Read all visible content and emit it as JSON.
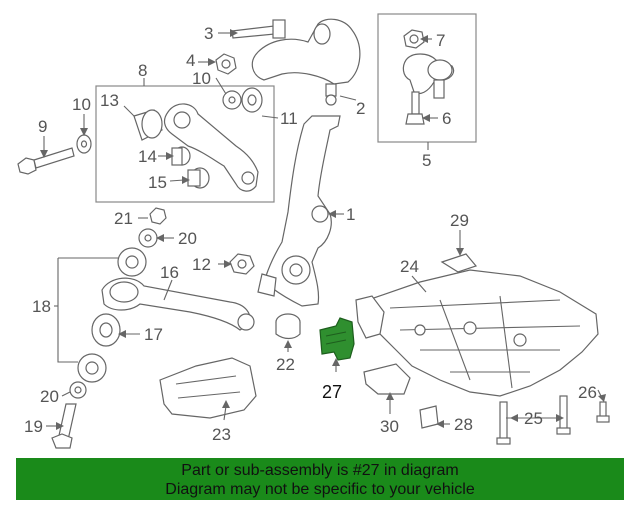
{
  "callouts": {
    "c1": "1",
    "c2": "2",
    "c3": "3",
    "c4": "4",
    "c5": "5",
    "c6": "6",
    "c7": "7",
    "c8": "8",
    "c9": "9",
    "c10a": "10",
    "c10b": "10",
    "c11": "11",
    "c12": "12",
    "c13": "13",
    "c14": "14",
    "c15": "15",
    "c16": "16",
    "c17": "17",
    "c18": "18",
    "c19": "19",
    "c20a": "20",
    "c20b": "20",
    "c21": "21",
    "c22": "22",
    "c23": "23",
    "c24": "24",
    "c25": "25",
    "c26": "26",
    "c27": "27",
    "c28": "28",
    "c29": "29",
    "c30": "30"
  },
  "highlight_color": "#2f8f2f",
  "banner": {
    "line1": "Part or sub-assembly is #27 in diagram",
    "line2": "Diagram may not be specific to your vehicle",
    "background": "#1a8a1a"
  }
}
